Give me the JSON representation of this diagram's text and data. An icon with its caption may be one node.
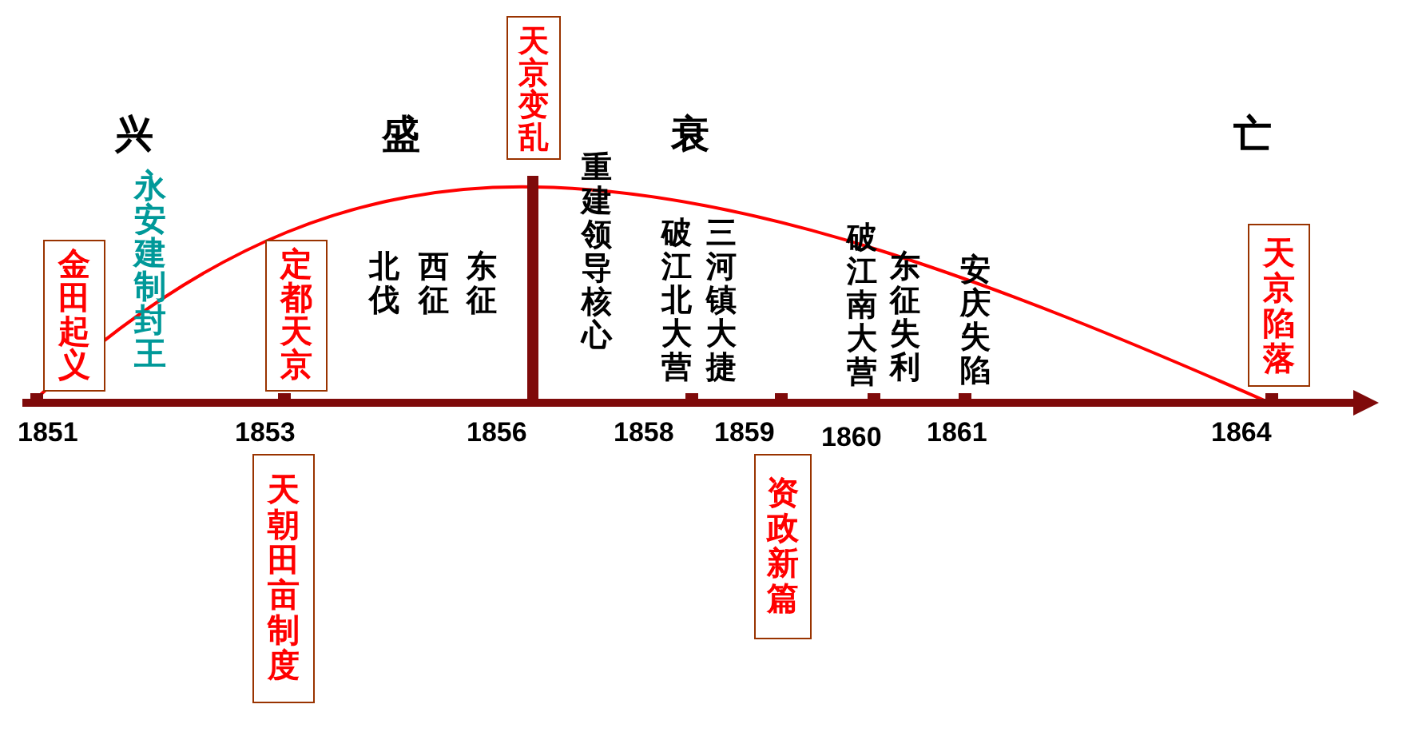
{
  "diagram": {
    "nodes": [
      {
        "text": [
          "金田起义"
        ]
      },
      {
        "text": [
          "定都天京"
        ]
      },
      {
        "text": [
          "天朝田亩制度"
        ]
      },
      {
        "text": [
          "天京变乱"
        ]
      },
      {
        "text": [
          "资政新篇"
        ]
      },
      {
        "text": [
          "天京陷落"
        ]
      }
    ],
    "labels": [
      "兴",
      "盛",
      "衰",
      "亡",
      "永安建制封王",
      "北伐",
      "西征",
      "东征",
      "重建领导核心",
      "破江北大营",
      "三河镇大捷",
      "破江南大营",
      "东征失利",
      "安庆失陷",
      "1851",
      "1853",
      "1856",
      "1858",
      "1859",
      "1860",
      "1861",
      "1864"
    ]
  }
}
